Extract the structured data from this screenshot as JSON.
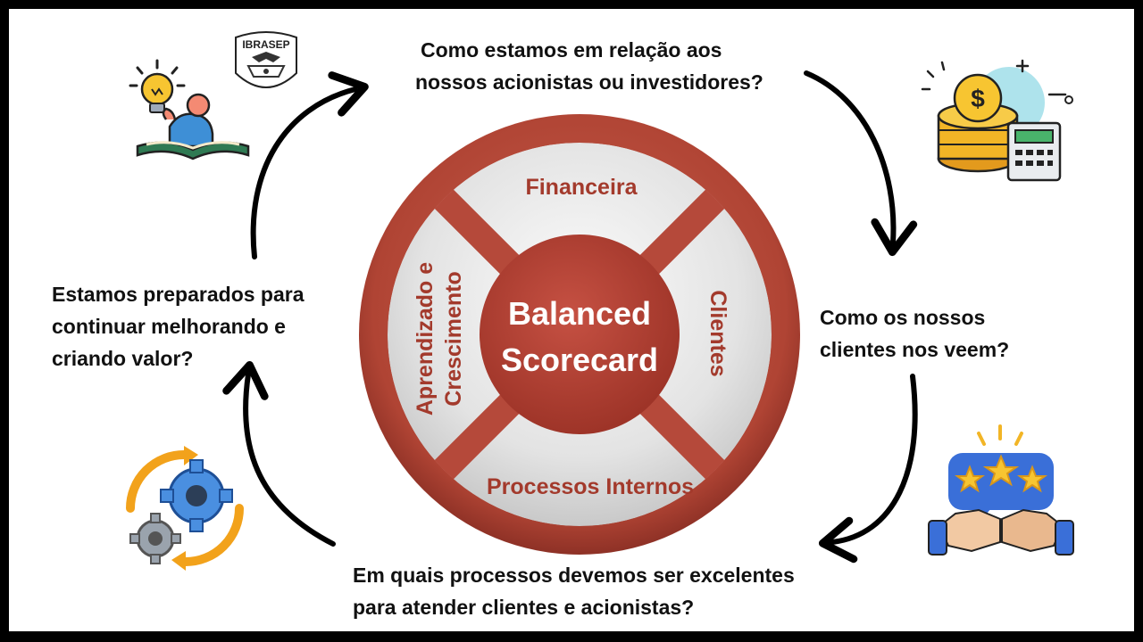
{
  "center": {
    "line1": "Balanced",
    "line2": "Scorecard"
  },
  "segments": {
    "top": "Financeira",
    "right": "Clientes",
    "bottom": "Processos Internos",
    "left_line1": "Aprendizado e",
    "left_line2": "Crescimento"
  },
  "questions": {
    "financial": [
      "Como estamos em relação aos",
      "nossos acionistas ou investidores?"
    ],
    "customers": [
      "Como os nossos",
      "clientes nos veem?"
    ],
    "processes": [
      "Em quais processos devemos ser excelentes",
      "para atender clientes e acionistas?"
    ],
    "learning": [
      "Estamos preparados para",
      "continuar melhorando e",
      "criando valor?"
    ]
  },
  "logo": {
    "text": "IBRASEP"
  },
  "icons": {
    "top_left": "lightbulb-reader-icon",
    "top_right": "coins-calculator-icon",
    "bottom_right": "stars-handshake-icon",
    "bottom_left": "gears-cycle-icon"
  },
  "colors": {
    "ring": "#b5493a",
    "segment": "#e2e2e2",
    "hub": "#b23e30",
    "label": "#a33a2c",
    "arrow": "#000000"
  }
}
